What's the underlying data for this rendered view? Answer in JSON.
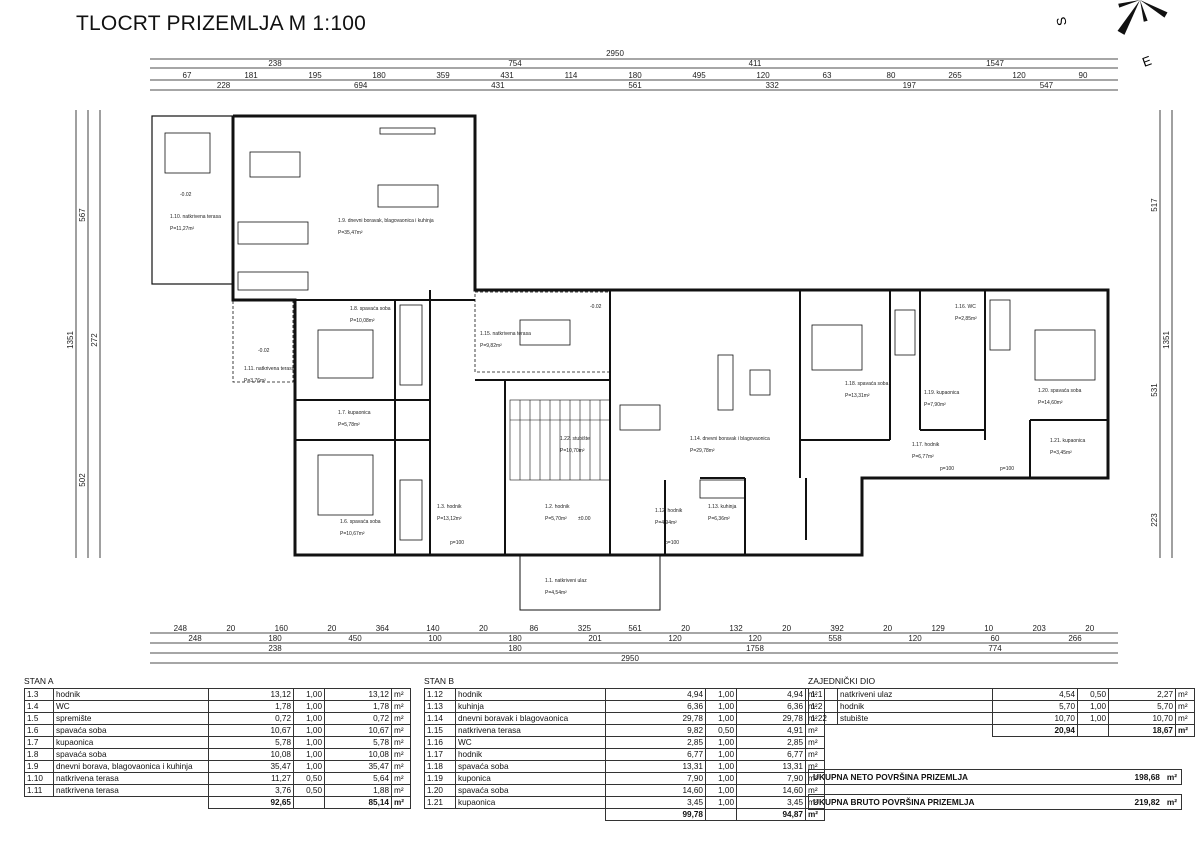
{
  "header": {
    "title": "TLOCRT PRIZEMLJA M 1:100"
  },
  "compass": {
    "s": "S",
    "e": "E"
  },
  "dims": {
    "top_total": "2950",
    "top_row1": [
      "238",
      "754",
      "411",
      "1547"
    ],
    "top_row2": [
      "67",
      "181",
      "195",
      "180",
      "359",
      "431",
      "114",
      "180",
      "495",
      "120",
      "63",
      "80",
      "265",
      "120",
      "90"
    ],
    "top_row3": [
      "228",
      "694",
      "431",
      "561",
      "332",
      "197",
      "547"
    ],
    "bottom_row1": [
      "248",
      "20",
      "160",
      "20",
      "364",
      "140",
      "20",
      "86",
      "325",
      "561",
      "20",
      "132",
      "20",
      "392",
      "20",
      "129",
      "10",
      "203",
      "20"
    ],
    "bottom_row2": [
      "248",
      "180",
      "450",
      "100",
      "180",
      "201",
      "120",
      "120",
      "558",
      "120",
      "60",
      "266"
    ],
    "bottom_row3": [
      "238",
      "180",
      "1758",
      "774"
    ],
    "bottom_total": "2950",
    "left_total": "1351",
    "left_parts": [
      "567",
      "502",
      "272"
    ],
    "right_total": "1351",
    "right_parts": [
      "517",
      "531",
      "223"
    ]
  },
  "rooms": [
    {
      "id": "1.10",
      "label": "1.10. natkrivena terasa",
      "area": "P=11,27m²"
    },
    {
      "id": "1.9",
      "label": "1.9. dnevni boravak, blagovaonica i kuhinja",
      "area": "P=35,47m²"
    },
    {
      "id": "1.8",
      "label": "1.8. spavaća soba",
      "area": "P=10,08m²"
    },
    {
      "id": "1.11",
      "label": "1.11. natkrivena terasa",
      "area": "P=3,76m²"
    },
    {
      "id": "1.7",
      "label": "1.7. kupaonica",
      "area": "P=5,78m²"
    },
    {
      "id": "1.6",
      "label": "1.6. spavaća soba",
      "area": "P=10,67m²"
    },
    {
      "id": "1.3",
      "label": "1.3. hodnik",
      "area": "P=13,12m²"
    },
    {
      "id": "1.2",
      "label": "1.2. hodnik",
      "area": "P=5,70m²"
    },
    {
      "id": "1.1",
      "label": "1.1. natkriveni ulaz",
      "area": "P=4,54m²"
    },
    {
      "id": "1.15",
      "label": "1.15. natkrivena terasa",
      "area": "P=9,82m²"
    },
    {
      "id": "1.14",
      "label": "1.14. dnevni boravak i blagovaonica",
      "area": "P=29,78m²"
    },
    {
      "id": "1.12",
      "label": "1.12. hodnik",
      "area": "P=4,94m²"
    },
    {
      "id": "1.13",
      "label": "1.13. kuhinja",
      "area": "P=6,36m²"
    },
    {
      "id": "1.18",
      "label": "1.18. spavaća soba",
      "area": "P=13,31m²"
    },
    {
      "id": "1.19",
      "label": "1.19. kupaonica",
      "area": "P=7,90m²"
    },
    {
      "id": "1.17",
      "label": "1.17. hodnik",
      "area": "P=6,77m²"
    },
    {
      "id": "1.20",
      "label": "1.20. spavaća soba",
      "area": "P=14,60m²"
    },
    {
      "id": "1.21",
      "label": "1.21. kupaonica",
      "area": "P=3,45m²"
    },
    {
      "id": "1.16",
      "label": "1.16. WC",
      "area": "P=2,85m²"
    },
    {
      "id": "1.22",
      "label": "1.22. stubište",
      "area": "P=10,70m²"
    }
  ],
  "levels": {
    "l1": "-0.02",
    "l2": "-0.02",
    "l3": "-0.02",
    "l4": "±0.00",
    "p100": "p=100"
  },
  "tables": {
    "unit": "m²",
    "stan_a": {
      "title": "STAN A",
      "rows": [
        [
          "1.3",
          "hodnik",
          "13,12",
          "1,00",
          "13,12"
        ],
        [
          "1.4",
          "WC",
          "1,78",
          "1,00",
          "1,78"
        ],
        [
          "1.5",
          "spremište",
          "0,72",
          "1,00",
          "0,72"
        ],
        [
          "1.6",
          "spavaća soba",
          "10,67",
          "1,00",
          "10,67"
        ],
        [
          "1.7",
          "kupaonica",
          "5,78",
          "1,00",
          "5,78"
        ],
        [
          "1.8",
          "spavaća soba",
          "10,08",
          "1,00",
          "10,08"
        ],
        [
          "1.9",
          "dnevni borava, blagovaonica i kuhinja",
          "35,47",
          "1,00",
          "35,47"
        ],
        [
          "1.10",
          "natkrivena terasa",
          "11,27",
          "0,50",
          "5,64"
        ],
        [
          "1.11",
          "natkrivena terasa",
          "3,76",
          "0,50",
          "1,88"
        ]
      ],
      "total_net": "92,65",
      "total_weighted": "85,14"
    },
    "stan_b": {
      "title": "STAN B",
      "rows": [
        [
          "1.12",
          "hodnik",
          "4,94",
          "1,00",
          "4,94"
        ],
        [
          "1.13",
          "kuhinja",
          "6,36",
          "1,00",
          "6,36"
        ],
        [
          "1.14",
          "dnevni boravak i blagovaonica",
          "29,78",
          "1,00",
          "29,78"
        ],
        [
          "1.15",
          "natkrivena terasa",
          "9,82",
          "0,50",
          "4,91"
        ],
        [
          "1.16",
          "WC",
          "2,85",
          "1,00",
          "2,85"
        ],
        [
          "1.17",
          "hodnik",
          "6,77",
          "1,00",
          "6,77"
        ],
        [
          "1.18",
          "spavaća soba",
          "13,31",
          "1,00",
          "13,31"
        ],
        [
          "1.19",
          "kuponica",
          "7,90",
          "1,00",
          "7,90"
        ],
        [
          "1.20",
          "spavaća soba",
          "14,60",
          "1,00",
          "14,60"
        ],
        [
          "1.21",
          "kupaonica",
          "3,45",
          "1,00",
          "3,45"
        ]
      ],
      "total_net": "99,78",
      "total_weighted": "94,87"
    },
    "zajednicki": {
      "title": "ZAJEDNIČKI DIO",
      "rows": [
        [
          "1.1",
          "natkriveni ulaz",
          "4,54",
          "0,50",
          "2,27"
        ],
        [
          "1.2",
          "hodnik",
          "5,70",
          "1,00",
          "5,70"
        ],
        [
          "1.22",
          "stubište",
          "10,70",
          "1,00",
          "10,70"
        ]
      ],
      "total_net": "20,94",
      "total_weighted": "18,67"
    },
    "summary": [
      {
        "label": "UKUPNA NETO POVRŠINA PRIZEMLJA",
        "value": "198,68"
      },
      {
        "label": "UKUPNA BRUTO POVRŠINA PRIZEMLJA",
        "value": "219,82"
      }
    ]
  }
}
